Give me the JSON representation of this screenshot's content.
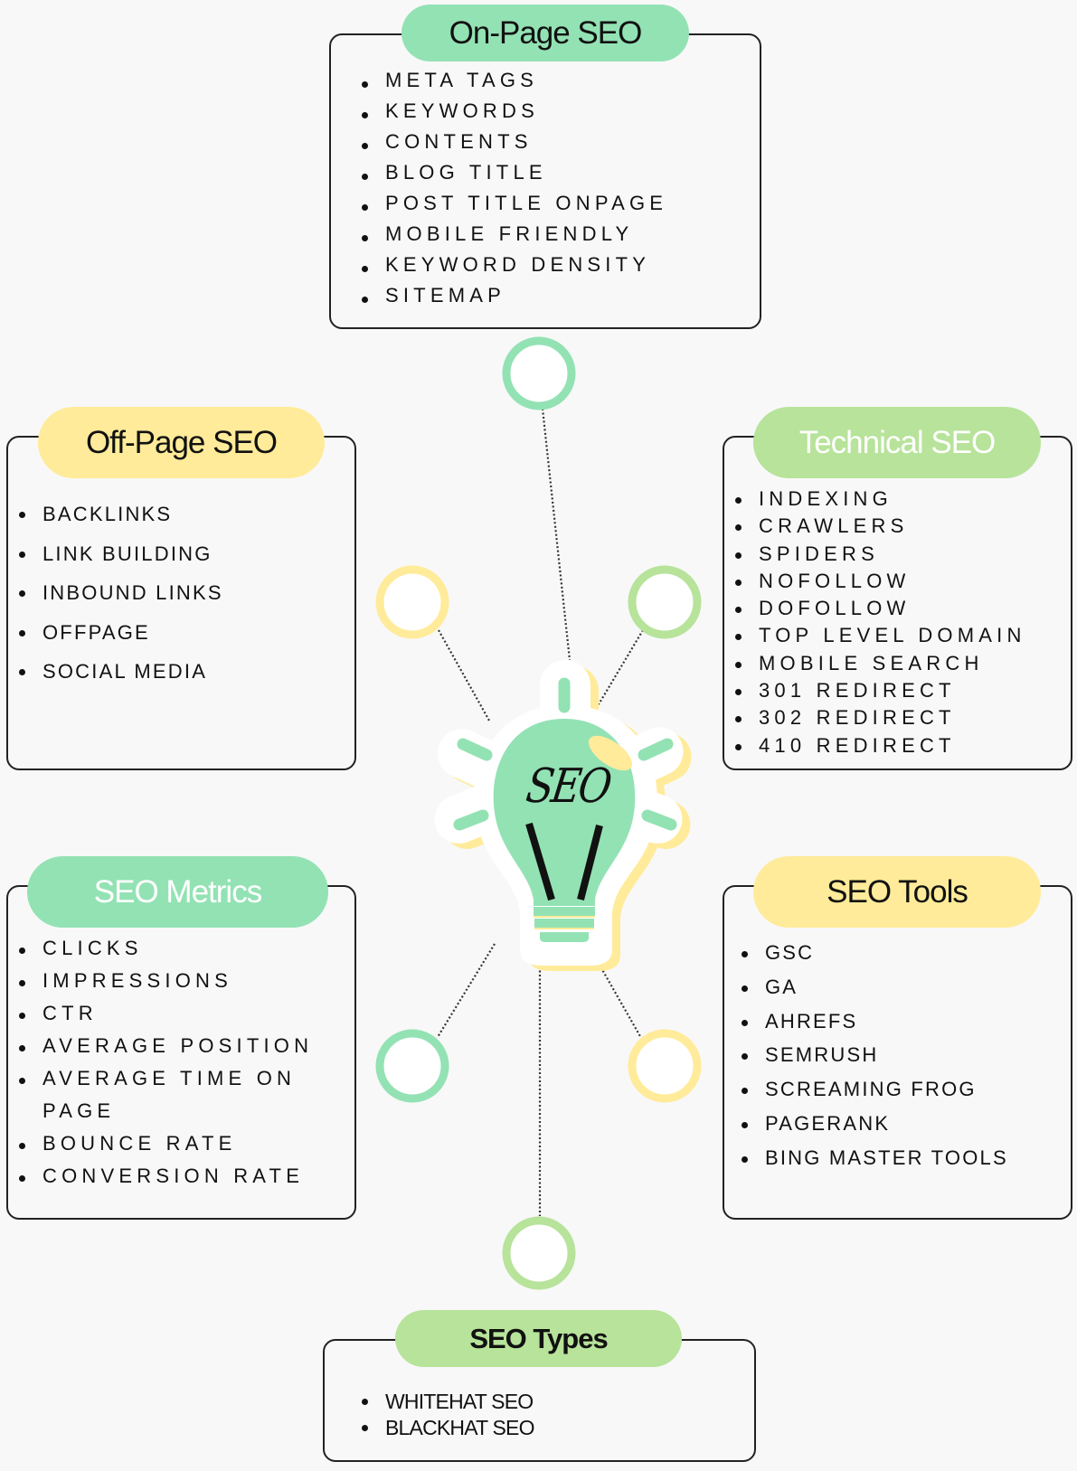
{
  "diagram": {
    "center_label": "SEO",
    "colors": {
      "mint": "#93e2b4",
      "lime": "#b7e39a",
      "yellow": "#ffeb99",
      "background": "#f8f8f8",
      "border": "#222222"
    }
  },
  "on_page": {
    "title": "On-Page SEO",
    "items": [
      "META TAGS",
      "KEYWORDS",
      "CONTENTS",
      "BLOG TITLE",
      "POST TITLE ONPAGE",
      "MOBILE FRIENDLY",
      "KEYWORD DENSITY",
      "SITEMAP"
    ]
  },
  "off_page": {
    "title": "Off-Page SEO",
    "items": [
      "BACKLINKS",
      "LINK BUILDING",
      "INBOUND LINKS",
      "OFFPAGE",
      "SOCIAL MEDIA"
    ]
  },
  "technical": {
    "title": "Technical SEO",
    "items": [
      "INDEXING",
      "CRAWLERS",
      "SPIDERS",
      "NOFOLLOW",
      "DOFOLLOW",
      "TOP LEVEL DOMAIN",
      "MOBILE SEARCH",
      "301 REDIRECT",
      "302 REDIRECT",
      "410 REDIRECT"
    ]
  },
  "metrics": {
    "title": "SEO Metrics",
    "items": [
      "CLICKS",
      "IMPRESSIONS",
      "CTR",
      "AVERAGE POSITION",
      "AVERAGE TIME ON",
      "PAGE",
      "BOUNCE RATE",
      "CONVERSION RATE"
    ]
  },
  "tools": {
    "title": "SEO Tools",
    "items": [
      "GSC",
      "GA",
      "AHREFS",
      "SEMRUSH",
      "SCREAMING FROG",
      "PAGERANK",
      "BING MASTER TOOLS"
    ]
  },
  "types": {
    "title": "SEO Types",
    "items": [
      "WHITEHAT SEO",
      "BLACKHAT SEO"
    ]
  }
}
